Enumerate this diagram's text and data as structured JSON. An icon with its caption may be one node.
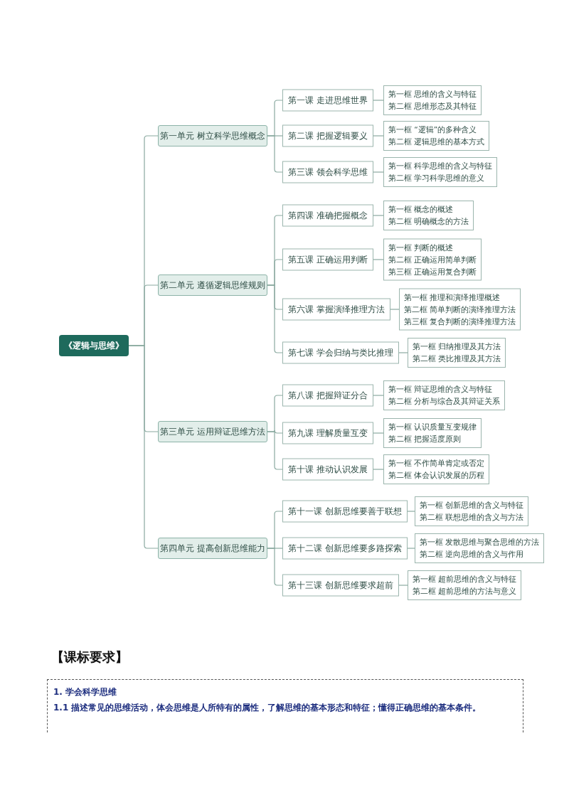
{
  "diagram": {
    "nodes": [
      {
        "text": [
          "《逻辑与思维》"
        ]
      },
      {
        "text": [
          "第一单元  树立科学思维概念"
        ]
      },
      {
        "text": [
          "第一课  走进思维世界"
        ]
      },
      {
        "text": [
          "第一框  思维的含义与特征",
          "第二框  思维形态及其特征"
        ]
      },
      {
        "text": [
          "第二课  把握逻辑要义"
        ]
      },
      {
        "text": [
          "第一框  “逻辑”的多种含义",
          "第二框  逻辑思维的基本方式"
        ]
      },
      {
        "text": [
          "第三课  领会科学思维"
        ]
      },
      {
        "text": [
          "第一框  科学思维的含义与特征",
          "第二框  学习科学思维的意义"
        ]
      },
      {
        "text": [
          "第二单元  遵循逻辑思维规则"
        ]
      },
      {
        "text": [
          "第四课  准确把握概念"
        ]
      },
      {
        "text": [
          "第一框  概念的概述",
          "第二框  明确概念的方法"
        ]
      },
      {
        "text": [
          "第五课  正确运用判断"
        ]
      },
      {
        "text": [
          "第一框  判断的概述",
          "第二框  正确运用简单判断",
          "第三框  正确运用复合判断"
        ]
      },
      {
        "text": [
          "第六课  掌握演绎推理方法"
        ]
      },
      {
        "text": [
          "第一框  推理和演绎推理概述",
          "第二框  简单判断的演绎推理方法",
          "第三框  复合判断的演绎推理方法"
        ]
      },
      {
        "text": [
          "第七课  学会归纳与类比推理"
        ]
      },
      {
        "text": [
          "第一框  归纳推理及其方法",
          "第二框  类比推理及其方法"
        ]
      },
      {
        "text": [
          "第三单元  运用辩证思维方法"
        ]
      },
      {
        "text": [
          "第八课  把握辩证分合"
        ]
      },
      {
        "text": [
          "第一框  辩证思维的含义与特征",
          "第二框  分析与综合及其辩证关系"
        ]
      },
      {
        "text": [
          "第九课  理解质量互变"
        ]
      },
      {
        "text": [
          "第一框  认识质量互变规律",
          "第二框  把握适度原则"
        ]
      },
      {
        "text": [
          "第十课  推动认识发展"
        ]
      },
      {
        "text": [
          "第一框  不作简单肯定或否定",
          "第二框  体会认识发展的历程"
        ]
      },
      {
        "text": [
          "第四单元  提高创新思维能力"
        ]
      },
      {
        "text": [
          "第十一课  创新思维要善于联想"
        ]
      },
      {
        "text": [
          "第一框  创新思维的含义与特征",
          "第二框  联想思维的含义与方法"
        ]
      },
      {
        "text": [
          "第十二课  创新思维要多路探索"
        ]
      },
      {
        "text": [
          "第一框  发散思维与聚合思维的方法",
          "第二框  逆向思维的含义与作用"
        ]
      },
      {
        "text": [
          "第十三课  创新思维要求超前"
        ]
      },
      {
        "text": [
          "第一框  超前思维的含义与特征",
          "第二框  超前思维的方法与意义"
        ]
      },
      {
        "text": [
          "1.  学会科学思维",
          "1.1  描述常见的思维活动，体会思维是人所特有的属性，了解思维的基本形态和特征；懂得正确思维的基本条件。"
        ]
      }
    ],
    "edges": [
      {
        "from": 0,
        "to": 1,
        "arrow": "none"
      },
      {
        "from": 0,
        "to": 8,
        "arrow": "none"
      },
      {
        "from": 0,
        "to": 17,
        "arrow": "none"
      },
      {
        "from": 0,
        "to": 24,
        "arrow": "none"
      },
      {
        "from": 1,
        "to": 2,
        "arrow": "none"
      },
      {
        "from": 2,
        "to": 3,
        "arrow": "none"
      },
      {
        "from": 1,
        "to": 4,
        "arrow": "none"
      },
      {
        "from": 4,
        "to": 5,
        "arrow": "none"
      },
      {
        "from": 1,
        "to": 6,
        "arrow": "none"
      },
      {
        "from": 6,
        "to": 7,
        "arrow": "none"
      },
      {
        "from": 8,
        "to": 9,
        "arrow": "none"
      },
      {
        "from": 9,
        "to": 10,
        "arrow": "none"
      },
      {
        "from": 8,
        "to": 11,
        "arrow": "none"
      },
      {
        "from": 11,
        "to": 12,
        "arrow": "none"
      },
      {
        "from": 8,
        "to": 13,
        "arrow": "none"
      },
      {
        "from": 13,
        "to": 14,
        "arrow": "none"
      },
      {
        "from": 8,
        "to": 15,
        "arrow": "none"
      },
      {
        "from": 15,
        "to": 16,
        "arrow": "none"
      },
      {
        "from": 17,
        "to": 18,
        "arrow": "none"
      },
      {
        "from": 18,
        "to": 19,
        "arrow": "none"
      },
      {
        "from": 17,
        "to": 20,
        "arrow": "none"
      },
      {
        "from": 20,
        "to": 21,
        "arrow": "none"
      },
      {
        "from": 17,
        "to": 22,
        "arrow": "none"
      },
      {
        "from": 22,
        "to": 23,
        "arrow": "none"
      },
      {
        "from": 24,
        "to": 25,
        "arrow": "none"
      },
      {
        "from": 25,
        "to": 26,
        "arrow": "none"
      },
      {
        "from": 24,
        "to": 27,
        "arrow": "none"
      },
      {
        "from": 27,
        "to": 28,
        "arrow": "none"
      },
      {
        "from": 24,
        "to": 29,
        "arrow": "none"
      },
      {
        "from": 29,
        "to": 30,
        "arrow": "none"
      }
    ],
    "labels": [
      "【课标要求】"
    ]
  }
}
